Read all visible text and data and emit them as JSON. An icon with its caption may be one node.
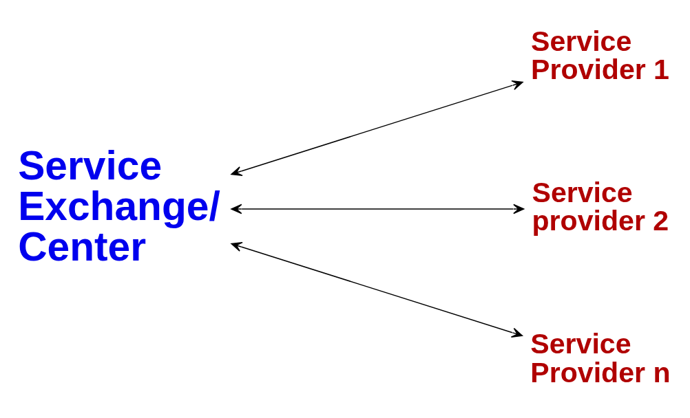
{
  "diagram": {
    "nodes": [
      {
        "text": [
          "Service Exchange/ Center"
        ]
      },
      {
        "text": [
          "Service Provider 1"
        ]
      },
      {
        "text": [
          "Service provider 2"
        ]
      },
      {
        "text": [
          "Service Provider n"
        ]
      }
    ],
    "edges": [
      {
        "from": 0,
        "to": 1,
        "arrow": "both"
      },
      {
        "from": 0,
        "to": 2,
        "arrow": "both"
      },
      {
        "from": 0,
        "to": 3,
        "arrow": "both"
      }
    ]
  }
}
